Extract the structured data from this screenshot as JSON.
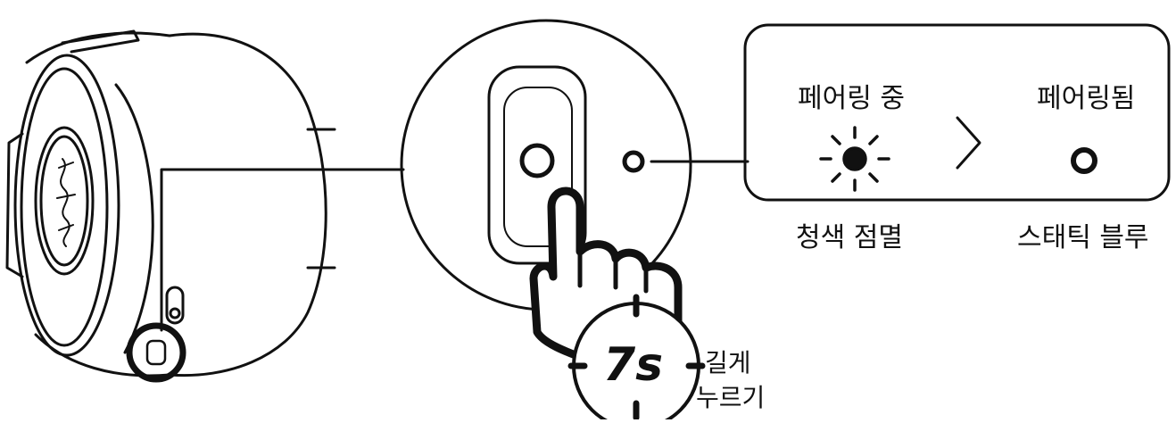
{
  "status_panel": {
    "pairing_label": "페어링 중",
    "paired_label": "페어링됨",
    "pairing_led": "청색 점멸",
    "paired_led": "스태틱 블루"
  },
  "action": {
    "duration": "7s",
    "instruction_line1": "길게",
    "instruction_line2": "누르기"
  },
  "icons": {
    "headset": "headset-earcup-icon",
    "logo": "razer-snake-logo-icon",
    "button": "power-button-icon",
    "hand": "pointing-hand-icon",
    "led_blinking": "blinking-light-icon",
    "arrow": "chevron-right-icon",
    "led_static": "static-light-icon",
    "timer": "stopwatch-icon"
  },
  "colors": {
    "stroke": "#111111",
    "background": "#ffffff"
  }
}
